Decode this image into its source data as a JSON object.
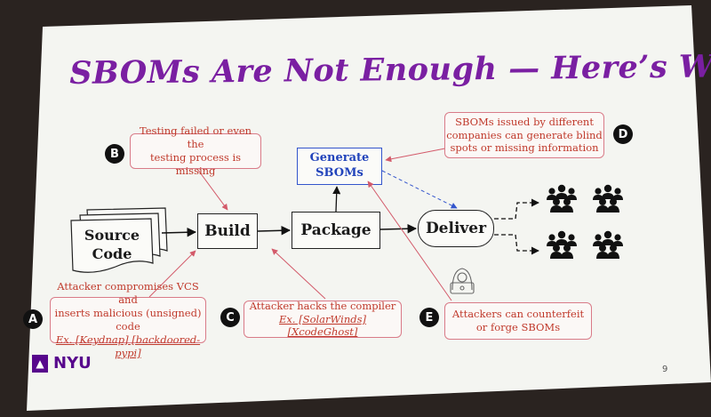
{
  "slide": {
    "title": "SBOMs Are Not Enough — Here’s Why",
    "page_number": "9",
    "logo_text": "NYU"
  },
  "stages": {
    "source": [
      "Source",
      "Code"
    ],
    "build": "Build",
    "package": "Package",
    "deliver": "Deliver",
    "generate": [
      "Generate",
      "SBOMs"
    ]
  },
  "notes": {
    "A": {
      "badge": "A",
      "lines": [
        "Attacker compromises VCS and",
        "inserts malicious (unsigned) code"
      ],
      "example": "Ex. [Keydnap] [backdoored-pypi]"
    },
    "B": {
      "badge": "B",
      "lines": [
        "Testing failed or even the",
        "testing process is missing"
      ]
    },
    "C": {
      "badge": "C",
      "lines": [
        "Attacker hacks the compiler"
      ],
      "example": "Ex. [SolarWinds] [XcodeGhost]"
    },
    "D": {
      "badge": "D",
      "lines": [
        "SBOMs issued by different",
        "companies can generate blind",
        "spots or missing information"
      ]
    },
    "E": {
      "badge": "E",
      "lines": [
        "Attackers can counterfeit",
        "or forge SBOMs"
      ]
    }
  },
  "icons": {
    "user_groups": [
      "users-group-icon",
      "users-group-icon",
      "users-group-icon",
      "users-group-icon"
    ],
    "hacker": "hacker-icon",
    "logo": "nyu-torch-icon"
  },
  "colors": {
    "title": "#7a1fa2",
    "note_text": "#c0392b",
    "note_border": "#d97b88",
    "sbom_blue": "#2244bb",
    "nyu_purple": "#57068c"
  }
}
